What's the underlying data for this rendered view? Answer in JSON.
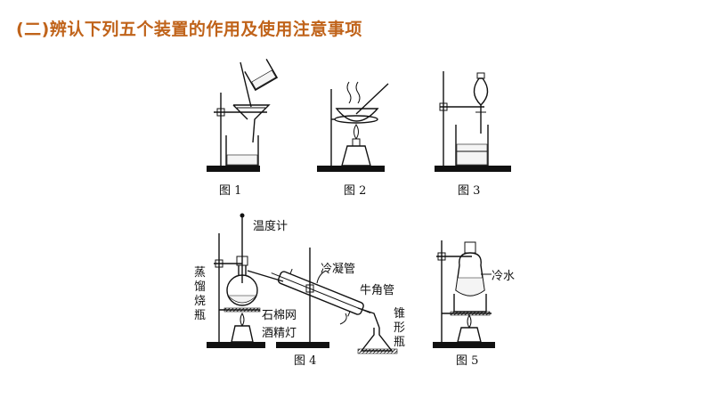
{
  "heading": "(二)辨认下列五个装置的作用及使用注意事项",
  "colors": {
    "heading": "#c0631a",
    "ink": "#111111"
  },
  "figures": {
    "fig1": {
      "caption": "图 1"
    },
    "fig2": {
      "caption": "图 2"
    },
    "fig3": {
      "caption": "图 3"
    },
    "fig4": {
      "caption": "图 4",
      "labels": {
        "thermometer": "温度计",
        "condenser": "冷凝管",
        "adapter": "牛角管",
        "flask_line1": "蒸",
        "flask_line2": "馏",
        "flask_line3": "烧",
        "flask_line4": "瓶",
        "asbestos": "石棉网",
        "lamp": "酒精灯",
        "conical_line1": "锥",
        "conical_line2": "形",
        "conical_line3": "瓶"
      }
    },
    "fig5": {
      "caption": "图 5",
      "labels": {
        "cold_water": "冷水"
      }
    }
  }
}
